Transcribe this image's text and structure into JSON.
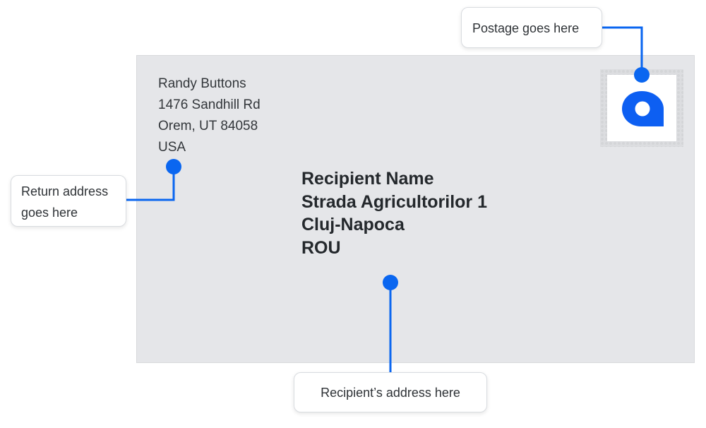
{
  "return_address": {
    "lines": [
      "Randy Buttons",
      "1476 Sandhill Rd",
      "Orem, UT 84058",
      "USA"
    ]
  },
  "recipient_address": {
    "lines": [
      "Recipient Name",
      "Strada Agricultorilor 1",
      "Cluj-Napoca",
      "ROU"
    ]
  },
  "callouts": {
    "postage": {
      "lines": [
        "Postage goes here"
      ]
    },
    "return": {
      "lines": [
        "Return address",
        "goes here"
      ]
    },
    "recipient": {
      "lines": [
        "Recipient’s address here"
      ]
    }
  },
  "stamp": {
    "icon": "brand-logo-icon"
  },
  "colors": {
    "accent": "#0a66f0",
    "envelope": "#e5e6e9",
    "stamp_logo": "#0d5ff2"
  }
}
